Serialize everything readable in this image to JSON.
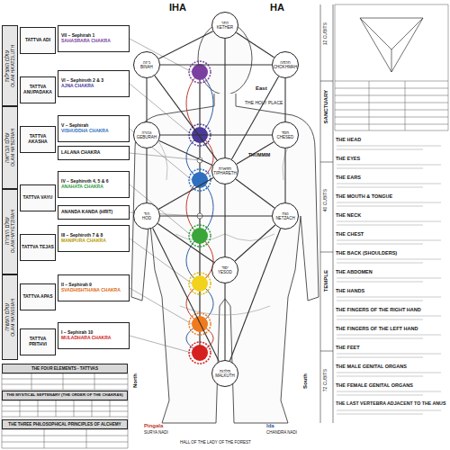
{
  "diagram": {
    "nodes": [
      {
        "text": [
          "עולם האצילות",
          "OLAM HA'ATZILUTH"
        ]
      },
      {
        "text": [
          "עולם הבריאה",
          "OLAM HA'BERIAH"
        ]
      },
      {
        "text": [
          "עולם היצירה",
          "OLAM HA'YETZIRAH"
        ]
      },
      {
        "text": [
          "עולם העשיה",
          "OLAM HA'ASSIAH"
        ]
      },
      {
        "text": [
          "TATTVA ADI"
        ]
      },
      {
        "text": [
          "TATTVA ANUPADAKA"
        ]
      },
      {
        "text": [
          "TATTVA AKASHA"
        ]
      },
      {
        "text": [
          "TATTVA VAYU"
        ]
      },
      {
        "text": [
          "TATTVA TEJAS"
        ]
      },
      {
        "text": [
          "TATTVA APAS"
        ]
      },
      {
        "text": [
          "TATTVA PRITHVI"
        ]
      },
      {
        "text": [
          "VII – Sephirah 1",
          "SAHASRARA CHAKRA"
        ]
      },
      {
        "text": [
          "VI – Sephiroth 2 & 3",
          "AJNA CHAKRA"
        ]
      },
      {
        "text": [
          "V – Sephirah",
          "VISHUDDHA CHAKRA"
        ]
      },
      {
        "text": [
          "LALANA CHAKRA"
        ]
      },
      {
        "text": [
          "IV – Sephiroth 4, 5 & 6",
          "ANAHATA CHAKRA"
        ]
      },
      {
        "text": [
          "ANANDA KANDA (HRIT)"
        ]
      },
      {
        "text": [
          "III – Sephiroth 7 & 8",
          "MANIPURA CHAKRA"
        ]
      },
      {
        "text": [
          "II – Sephirah 9",
          "SVADHISHTHANA CHAKRA"
        ]
      },
      {
        "text": [
          "I – Sephirah 10",
          "MULADHARA CHAKRA"
        ]
      },
      {
        "text": [
          "כתר",
          "KETHER"
        ]
      },
      {
        "text": [
          "חכמה",
          "CHOKHMAH"
        ]
      },
      {
        "text": [
          "בינה",
          "BINAH"
        ]
      },
      {
        "text": [
          "חסד",
          "CHESED"
        ]
      },
      {
        "text": [
          "גבורה",
          "GEBURAH"
        ]
      },
      {
        "text": [
          "תפארת",
          "TIPHARETH"
        ]
      },
      {
        "text": [
          "נצח",
          "NETZACH"
        ]
      },
      {
        "text": [
          "הוד",
          "HOD"
        ]
      },
      {
        "text": [
          "יסוד",
          "YESOD"
        ]
      },
      {
        "text": [
          "מלכות",
          "MALKUTH"
        ]
      },
      {
        "text": [
          "THE HEAD"
        ]
      },
      {
        "text": [
          "THE EYES"
        ]
      },
      {
        "text": [
          "THE EARS"
        ]
      },
      {
        "text": [
          "THE MOUTH & TONGUE"
        ]
      },
      {
        "text": [
          "THE NECK"
        ]
      },
      {
        "text": [
          "THE CHEST"
        ]
      },
      {
        "text": [
          "THE BACK (SHOULDERS)"
        ]
      },
      {
        "text": [
          "THE ABDOMEN"
        ]
      },
      {
        "text": [
          "THE HANDS"
        ]
      },
      {
        "text": [
          "THE FINGERS OF THE RIGHT HAND"
        ]
      },
      {
        "text": [
          "THE FINGERS OF THE LEFT HAND"
        ]
      },
      {
        "text": [
          "THE FEET"
        ]
      },
      {
        "text": [
          "THE MALE GENITAL ORGANS"
        ]
      },
      {
        "text": [
          "THE FEMALE GENITAL ORGANS"
        ]
      },
      {
        "text": [
          "THE LAST VERTEBRA ADJACENT TO THE ANUS"
        ]
      },
      {
        "text": [
          "THE FOUR ELEMENTS - TATTVAS"
        ]
      },
      {
        "text": [
          "THE MYSTICAL SEPTENARY (THE ORDER OF THE CHAKRAS)"
        ]
      },
      {
        "text": [
          "THE THREE PHILOSOPHICAL PRINCIPLES OF ALCHEMY"
        ]
      }
    ],
    "edges": [
      {
        "from": 20,
        "to": 21,
        "arrow": "none"
      },
      {
        "from": 20,
        "to": 22,
        "arrow": "none"
      },
      {
        "from": 21,
        "to": 22,
        "arrow": "none"
      },
      {
        "from": 20,
        "to": 25,
        "arrow": "none"
      },
      {
        "from": 21,
        "to": 23,
        "arrow": "none"
      },
      {
        "from": 22,
        "to": 24,
        "arrow": "none"
      },
      {
        "from": 21,
        "to": 25,
        "arrow": "none"
      },
      {
        "from": 22,
        "to": 25,
        "arrow": "none"
      },
      {
        "from": 23,
        "to": 24,
        "arrow": "none"
      },
      {
        "from": 23,
        "to": 25,
        "arrow": "none"
      },
      {
        "from": 24,
        "to": 25,
        "arrow": "none"
      },
      {
        "from": 23,
        "to": 26,
        "arrow": "none"
      },
      {
        "from": 24,
        "to": 27,
        "arrow": "none"
      },
      {
        "from": 25,
        "to": 26,
        "arrow": "none"
      },
      {
        "from": 25,
        "to": 27,
        "arrow": "none"
      },
      {
        "from": 26,
        "to": 27,
        "arrow": "none"
      },
      {
        "from": 25,
        "to": 28,
        "arrow": "none"
      },
      {
        "from": 26,
        "to": 28,
        "arrow": "none"
      },
      {
        "from": 27,
        "to": 28,
        "arrow": "none"
      },
      {
        "from": 28,
        "to": 29,
        "arrow": "none"
      },
      {
        "from": 26,
        "to": 29,
        "arrow": "none"
      },
      {
        "from": 27,
        "to": 29,
        "arrow": "none"
      }
    ],
    "labels": [
      "IHA",
      "HA",
      "East",
      "THUMMIM",
      "THE HOLY PLACE",
      "HALL OF THE LADY OF THE FOREST",
      "Pingala",
      "SURYA NADI",
      "Ida",
      "CHANDRA NADI",
      "North",
      "South",
      "12 CUBITS",
      "SANCTUARY",
      "40 CUBITS",
      "TEMPLE",
      "72 CUBITS"
    ]
  }
}
